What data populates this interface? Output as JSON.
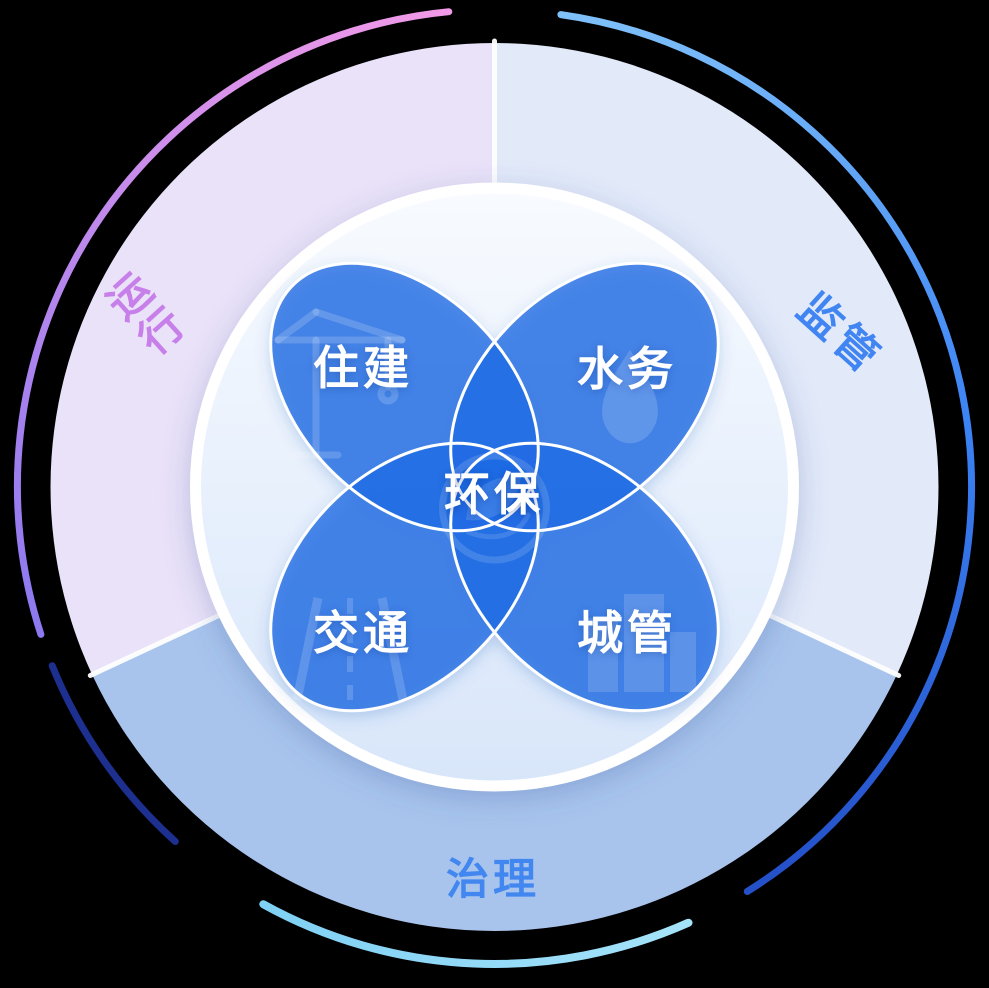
{
  "center": {
    "label": "环保"
  },
  "petals": [
    {
      "label": "住建"
    },
    {
      "label": "水务"
    },
    {
      "label": "交通"
    },
    {
      "label": "城管"
    }
  ],
  "sectors": [
    {
      "label": "运行",
      "fill": "#eae2f8",
      "text_color": "#c77fe9"
    },
    {
      "label": "监管",
      "fill": "#e2e9f9",
      "text_color": "#4185f2"
    },
    {
      "label": "治理",
      "fill": "#a8c4ec",
      "text_color": "#4287f0"
    }
  ],
  "colors": {
    "background": "#000000",
    "petal_fill": "rgba(32,108,228,0.78)",
    "petal_stroke": "#ffffff",
    "inner_top": "#f8fbff",
    "inner_bottom": "#d8e6fa",
    "divider": "#ffffff",
    "arc_purple_start": "#f19ae8",
    "arc_purple_end": "#8d79f0",
    "arc_blue_start": "#7fc0f9",
    "arc_blue_mid": "#3b82f4",
    "arc_blue_end": "#2450c8",
    "arc_cyan_start": "#7fd0f4",
    "arc_cyan_end": "#a5e3f9",
    "arc_navy": "#1d2f8f"
  }
}
